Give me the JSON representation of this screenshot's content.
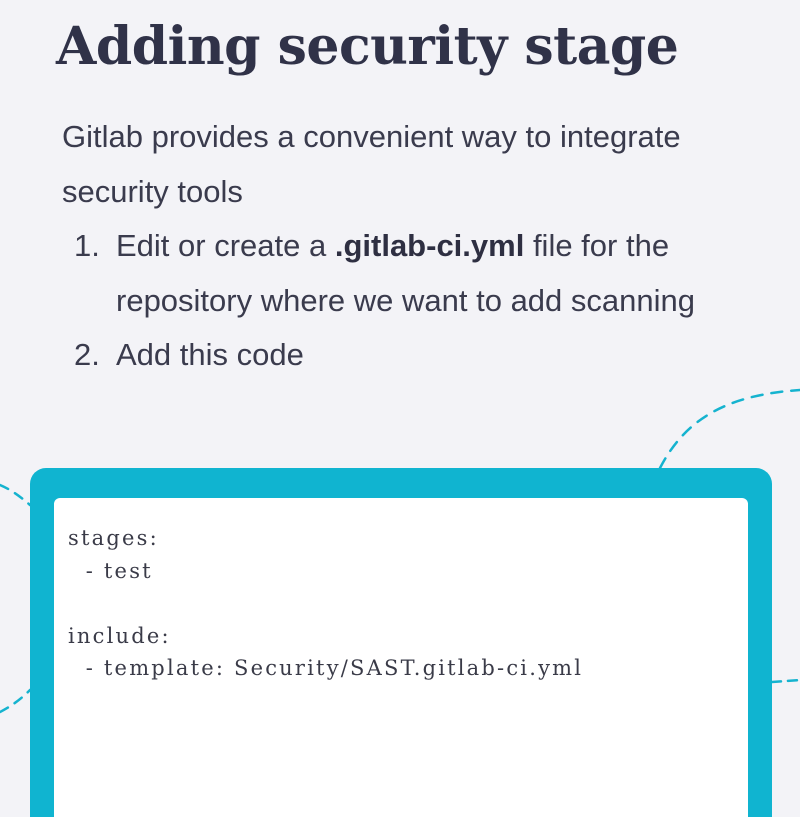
{
  "slide": {
    "title": "Adding security stage",
    "intro": "Gitlab provides a convenient way to integrate security tools",
    "steps": [
      {
        "number": "1.",
        "before": "Edit or create a ",
        "strong": ".gitlab-ci.yml",
        "after": " file for the repository where we want to add scanning"
      },
      {
        "number": "2.",
        "before": "Add this code",
        "strong": "",
        "after": ""
      }
    ],
    "code": "stages:\n  - test\n\ninclude:\n  - template: Security/SAST.gitlab-ci.yml"
  },
  "colors": {
    "background": "#f3f3f7",
    "accent": "#10b4d0",
    "title": "#303248",
    "text": "#3a3b4d"
  }
}
